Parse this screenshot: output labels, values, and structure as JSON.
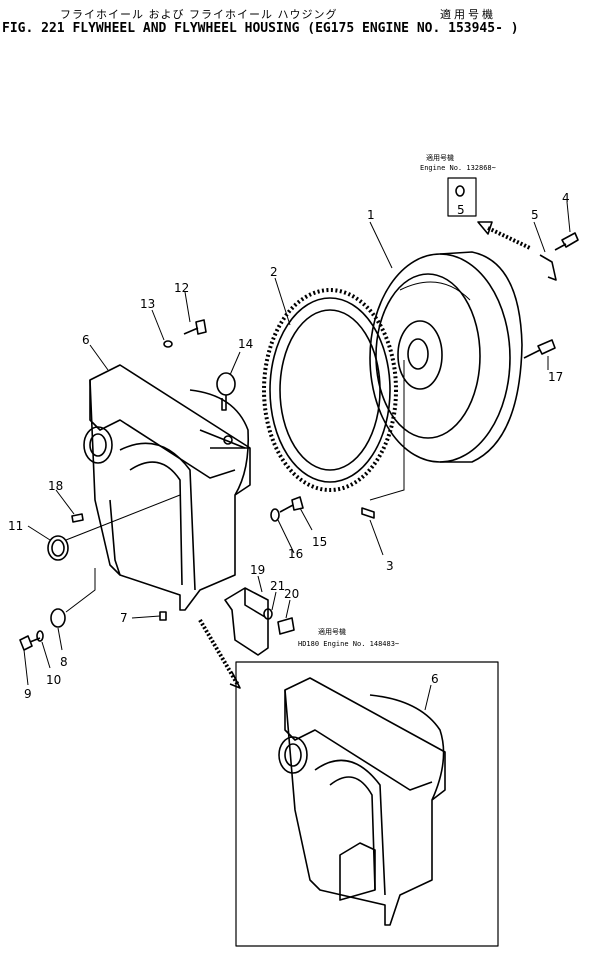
{
  "header": {
    "jp_title": "フライホイール および フライホイール ハウジング",
    "jp_applies": "適用号機",
    "title": "FIG. 221  FLYWHEEL AND FLYWHEEL HOUSING (EG175 ENGINE NO. 153945- )"
  },
  "notes": {
    "top_jp": "適用号機",
    "top_en": "Engine No. 132868~",
    "inset_jp": "適用号機",
    "inset_en": "HD180 Engine No. 148483~"
  },
  "parts": {
    "p1": "1",
    "p2": "2",
    "p3": "3",
    "p4": "4",
    "p5": "5",
    "p5b": "5",
    "p6": "6",
    "p6b": "6",
    "p7": "7",
    "p8": "8",
    "p9": "9",
    "p10": "10",
    "p11": "11",
    "p12": "12",
    "p13": "13",
    "p14": "14",
    "p15": "15",
    "p16": "16",
    "p17": "17",
    "p18": "18",
    "p19": "19",
    "p20": "20",
    "p21": "21"
  }
}
